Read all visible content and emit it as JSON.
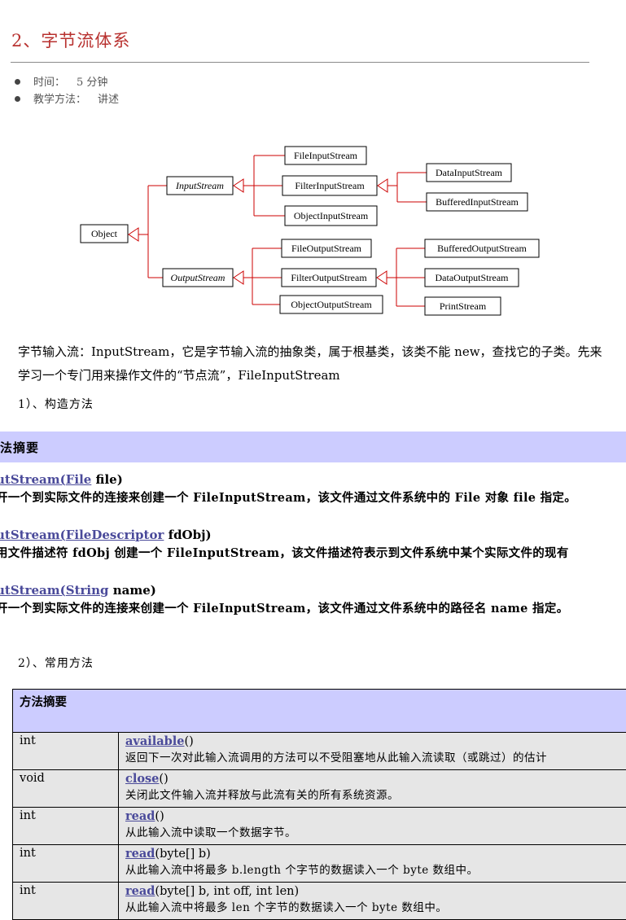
{
  "heading": "2、字节流体系",
  "bullets": [
    {
      "label": "时间：",
      "value": "5 分钟"
    },
    {
      "label": "教学方法：",
      "value": "讲述"
    }
  ],
  "diagram": {
    "root": "Object",
    "input": "InputStream",
    "output": "OutputStream",
    "file_in": "FileInputStream",
    "filter_in": "FilterInputStream",
    "object_in": "ObjectInputStream",
    "data_in": "DataInputStream",
    "buffered_in": "BufferedInputStream",
    "file_out": "FileOutputStream",
    "filter_out": "FilterOutputStream",
    "object_out": "ObjectOutputStream",
    "buffered_out": "BufferedOutputStream",
    "data_out": "DataOutputStream",
    "print": "PrintStream"
  },
  "intro_paragraph": "字节输入流：InputStream，它是字节输入流的抽象类，属于根基类，该类不能 new，查找它的子类。先来学习一个专门用来操作文件的“节点流”，FileInputStream",
  "section1_title": "1）、构造方法",
  "ctor_band_title": "法摘要",
  "constructors": [
    {
      "prefix": "utStream(",
      "param_type": "File",
      "param_rest": " file)",
      "desc": "开一个到实际文件的连接来创建一个 FileInputStream，该文件通过文件系统中的 File 对象 file 指定。"
    },
    {
      "prefix": "utStream(",
      "param_type": "FileDescriptor",
      "param_rest": " fdObj)",
      "desc": "用文件描述符 fdObj 创建一个 FileInputStream，该文件描述符表示到文件系统中某个实际文件的现有"
    },
    {
      "prefix": "utStream(",
      "param_type": "String",
      "param_rest": " name)",
      "desc": "开一个到实际文件的连接来创建一个 FileInputStream，该文件通过文件系统中的路径名 name 指定。"
    }
  ],
  "section2_title": "2）、常用方法",
  "methods_header": "方法摘要",
  "methods": [
    {
      "type": "int",
      "name": "available",
      "params": "()",
      "desc": "返回下一次对此输入流调用的方法可以不受阻塞地从此输入流读取（或跳过）的估计"
    },
    {
      "type": "void",
      "name": "close",
      "params": "()",
      "desc": "关闭此文件输入流并释放与此流有关的所有系统资源。"
    },
    {
      "type": "int",
      "name": "read",
      "params": "()",
      "desc": "从此输入流中读取一个数据字节。"
    },
    {
      "type": "int",
      "name": "read",
      "params": "(byte[] b)",
      "desc": "从此输入流中将最多 b.length 个字节的数据读入一个 byte 数组中。"
    },
    {
      "type": "int",
      "name": "read",
      "params": "(byte[] b, int off, int len)",
      "desc": "从此输入流中将最多 len 个字节的数据读入一个 byte 数组中。"
    }
  ]
}
